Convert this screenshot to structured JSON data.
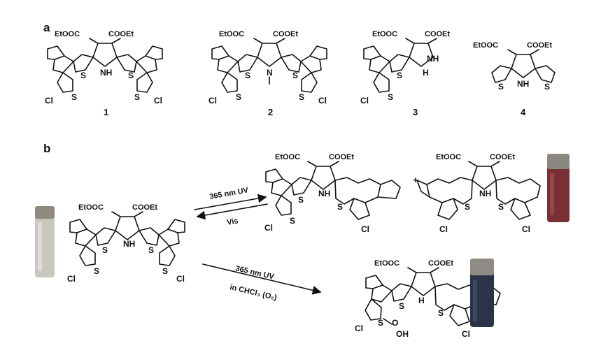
{
  "panels": {
    "a": "a",
    "b": "b"
  },
  "groups": {
    "ester_left": "EtOOC",
    "ester_right": "COOEt"
  },
  "atoms": {
    "nh": "NH",
    "n": "N",
    "h": "H",
    "s": "S",
    "cl": "Cl",
    "o": "O",
    "oh": "OH"
  },
  "compounds": [
    "1",
    "2",
    "3",
    "4"
  ],
  "reaction": {
    "uv_label": "365 nm UV",
    "vis_label": "Vis",
    "plus": "+",
    "oxidation_uv_label": "365 nm UV",
    "oxidation_solvent_label": "in CHCl₃ (O₂)"
  },
  "colors": {
    "vial_clear": "#c9c6bd",
    "vial_red": "#7a2f34",
    "vial_blue": "#2a3347",
    "ink": "#111111"
  }
}
